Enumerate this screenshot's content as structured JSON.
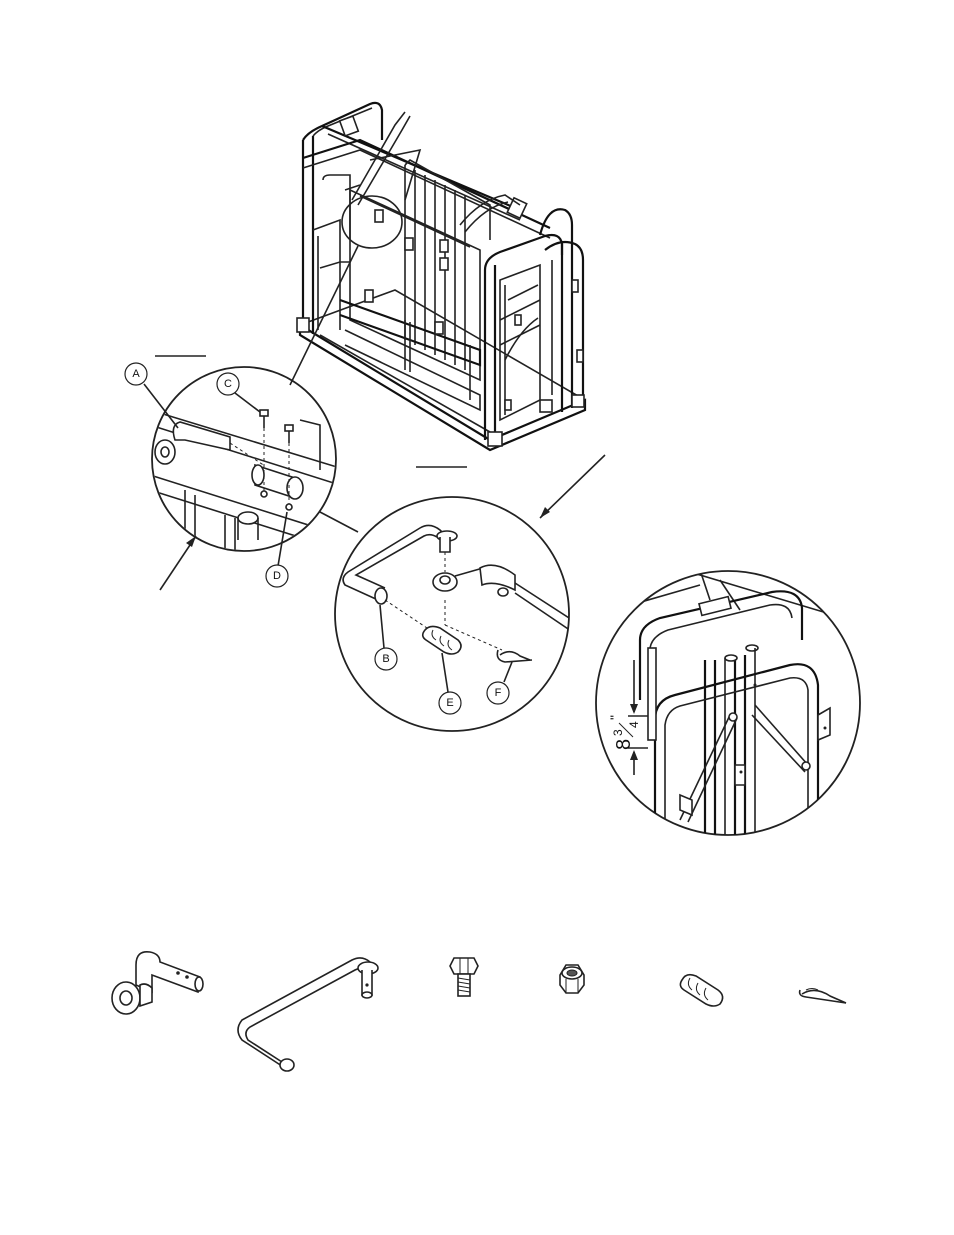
{
  "callouts": {
    "a": "A",
    "b": "B",
    "c": "C",
    "d": "D",
    "e": "E",
    "f": "F"
  },
  "dimension": {
    "whole": "8",
    "numerator": "3",
    "denominator": "4",
    "unit": "\""
  }
}
